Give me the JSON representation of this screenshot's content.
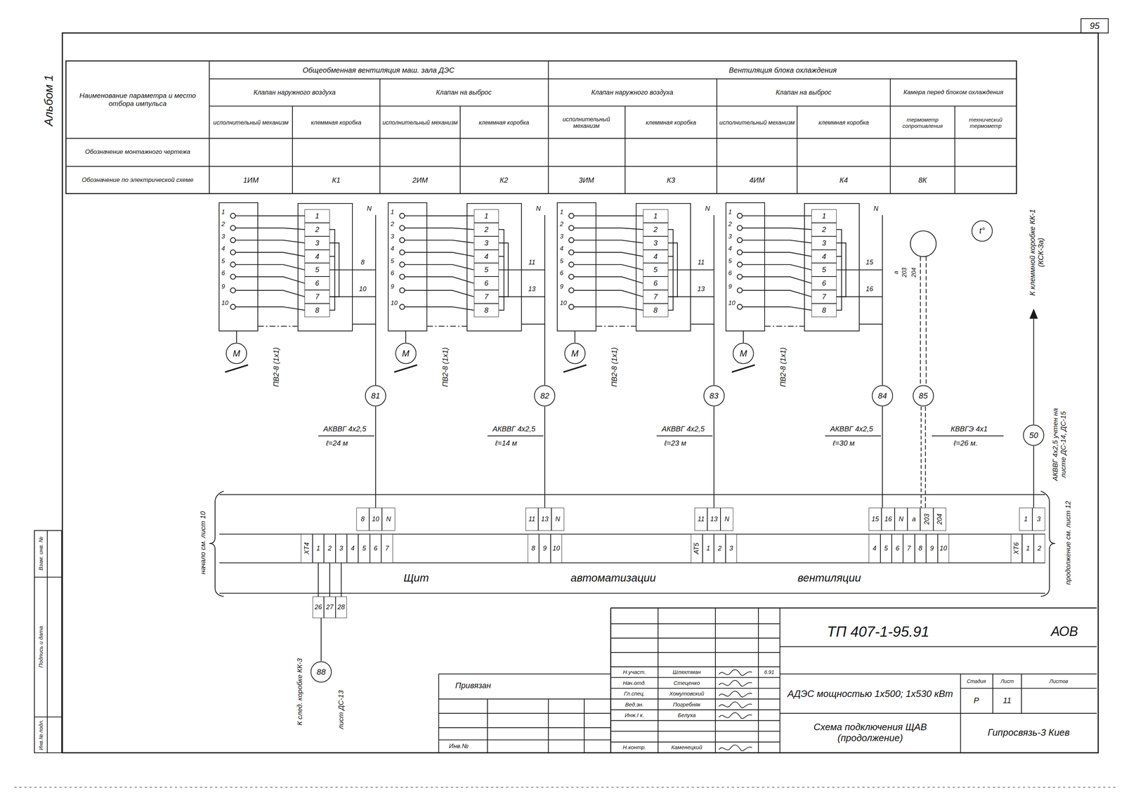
{
  "diagram": {
    "nodes": [
      {
        "text": [
          "1",
          "2",
          "3",
          "4",
          "5",
          "6",
          "9",
          "10"
        ]
      },
      {
        "text": [
          "1",
          "2",
          "3",
          "4",
          "5",
          "6",
          "7",
          "8"
        ]
      },
      {
        "text": [
          "М"
        ]
      },
      {
        "text": [
          "81"
        ]
      },
      {
        "text": [
          "1",
          "2",
          "3",
          "4",
          "5",
          "6",
          "9",
          "10"
        ]
      },
      {
        "text": [
          "1",
          "2",
          "3",
          "4",
          "5",
          "6",
          "7",
          "8"
        ]
      },
      {
        "text": [
          "М"
        ]
      },
      {
        "text": [
          "82"
        ]
      },
      {
        "text": [
          "1",
          "2",
          "3",
          "4",
          "5",
          "6",
          "9",
          "10"
        ]
      },
      {
        "text": [
          "1",
          "2",
          "3",
          "4",
          "5",
          "6",
          "7",
          "8"
        ]
      },
      {
        "text": [
          "М"
        ]
      },
      {
        "text": [
          "83"
        ]
      },
      {
        "text": [
          "1",
          "2",
          "3",
          "4",
          "5",
          "6",
          "9",
          "10"
        ]
      },
      {
        "text": [
          "1",
          "2",
          "3",
          "4",
          "5",
          "6",
          "7",
          "8"
        ]
      },
      {
        "text": [
          "М"
        ]
      },
      {
        "text": [
          "84"
        ]
      },
      {
        "text": [
          "85"
        ]
      },
      {
        "text": [
          "t°"
        ]
      },
      {
        "text": [
          "50"
        ]
      },
      {
        "text": [
          "Щит автоматизации вентиляции"
        ]
      },
      {
        "text": [
          "8",
          "10",
          "N"
        ],
        "in": 19
      },
      {
        "text": [
          "11",
          "13",
          "N"
        ],
        "in": 19
      },
      {
        "text": [
          "11",
          "13",
          "N"
        ],
        "in": 19
      },
      {
        "text": [
          "15",
          "16",
          "N",
          "а",
          "203",
          "204"
        ],
        "in": 19
      },
      {
        "text": [
          "1",
          "3"
        ],
        "in": 19
      },
      {
        "text": [
          "ХТ4",
          "1",
          "2",
          "3",
          "4",
          "5",
          "6",
          "7"
        ],
        "in": 19
      },
      {
        "text": [
          "8",
          "9",
          "10"
        ],
        "in": 19
      },
      {
        "text": [
          "АТ5",
          "1",
          "2",
          "3"
        ],
        "in": 19
      },
      {
        "text": [
          "4",
          "5",
          "6",
          "7",
          "8",
          "9",
          "10"
        ],
        "in": 19
      },
      {
        "text": [
          "ХТ6",
          "1",
          "2"
        ],
        "in": 19
      },
      {
        "text": [
          "26",
          "27",
          "28"
        ]
      },
      {
        "text": [
          "88"
        ]
      }
    ],
    "edges": [
      {
        "from": 0,
        "to": 1,
        "arrow": "none"
      },
      {
        "from": 0,
        "to": 2,
        "arrow": "none"
      },
      {
        "from": 1,
        "to": 3,
        "arrow": "none"
      },
      {
        "from": 3,
        "to": 20,
        "arrow": "none"
      },
      {
        "from": 4,
        "to": 5,
        "arrow": "none"
      },
      {
        "from": 4,
        "to": 6,
        "arrow": "none"
      },
      {
        "from": 5,
        "to": 7,
        "arrow": "none"
      },
      {
        "from": 7,
        "to": 21,
        "arrow": "none"
      },
      {
        "from": 8,
        "to": 9,
        "arrow": "none"
      },
      {
        "from": 8,
        "to": 10,
        "arrow": "none"
      },
      {
        "from": 9,
        "to": 11,
        "arrow": "none"
      },
      {
        "from": 11,
        "to": 22,
        "arrow": "none"
      },
      {
        "from": 12,
        "to": 13,
        "arrow": "none"
      },
      {
        "from": 12,
        "to": 14,
        "arrow": "none"
      },
      {
        "from": 13,
        "to": 15,
        "arrow": "none"
      },
      {
        "from": 15,
        "to": 23,
        "arrow": "none"
      },
      {
        "from": 16,
        "to": 23,
        "arrow": "none"
      },
      {
        "from": 18,
        "to": 24,
        "arrow": "none"
      },
      {
        "from": 25,
        "to": 30,
        "arrow": "none"
      },
      {
        "from": 30,
        "to": 31,
        "arrow": "none"
      }
    ],
    "labels": [
      "Наименование параметра и место отбора импульса",
      "Общеобменная вентиляция маш. зала ДЭС",
      "Вентиляция блока охлаждения",
      "Клапан наружного воздуха",
      "Клапан на выброс",
      "Клапан наружного воздуха",
      "Клапан на выброс",
      "Камера перед блоком охлаждения",
      "исполнительный механизм",
      "клеммная коробка",
      "исполнительный механизм",
      "клеммная коробка",
      "исполнительный механизм",
      "клеммная коробка",
      "исполнительный механизм",
      "клеммная коробка",
      "термометр сопротивления",
      "технический термометр",
      "Обозначение монтажного чертежа",
      "Обозначение по электрической схеме",
      "1ИМ",
      "К1",
      "2ИМ",
      "К2",
      "3ИМ",
      "К3",
      "4ИМ",
      "К4",
      "8К",
      "N",
      "N",
      "N",
      "N",
      "8",
      "10",
      "11",
      "13",
      "11",
      "13",
      "15",
      "16",
      "ПВ2-8 (1х1)",
      "ПВ2-8 (1х1)",
      "ПВ2-8 (1х1)",
      "ПВ2-8 (1х1)",
      "а",
      "203",
      "204",
      "АКВВГ 4х2,5",
      "ℓ=24 м",
      "АКВВГ 4х2,5",
      "ℓ=14 м",
      "АКВВГ 4х2,5",
      "ℓ=23 м",
      "АКВВГ 4х2,5",
      "ℓ=30 м",
      "КВВГЭ 4х1",
      "ℓ=26 м.",
      "К клеммной коробке КК-1 (КСК-3а)",
      "АКВВГ 4х2,5 учтен на листе ДС-14, ДС-15",
      "начало см. лист 10",
      "продолжение см. лист 12",
      "К след. коробке КК-3",
      "лист ДС-13",
      "ТП 407-1-95.91",
      "АОВ",
      "АДЭС мощностью 1х500; 1х530 кВт",
      "Стадия",
      "Лист",
      "Листов",
      "Р",
      "11",
      "Схема подключения ЩАВ (продолжение)",
      "Гипросвязь-3 Киев",
      "Привязан",
      "Инв.№",
      "Н.участ.",
      "Шляхтман",
      "Нач.отд.",
      "Стеценко",
      "Гл.спец.",
      "Хомутовский",
      "Вед.эн.",
      "Погребняк",
      "Инж.I к.",
      "Белуха",
      "Н.контр.",
      "Каменецкий",
      "6.91",
      "95",
      "Альбом 1",
      "Инв.№ подл.",
      "Подпись и дата",
      "Взам. инв. №"
    ]
  }
}
